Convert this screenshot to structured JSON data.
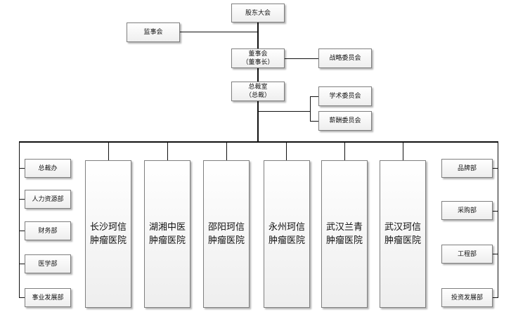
{
  "chart": {
    "shareholders": "股东大会",
    "supervisors": "监事会",
    "board": {
      "line1": "董事会",
      "line2": "（董事长）"
    },
    "strategy_committee": "战略委员会",
    "president_office": {
      "line1": "总裁室",
      "line2": "（总裁）"
    },
    "academic_committee": "学术委员会",
    "compensation_committee": "薪酬委员会",
    "left_departments": [
      "总裁办",
      "人力资源部",
      "财务部",
      "医学部",
      "事业发展部"
    ],
    "hospitals": [
      {
        "line1": "长沙珂信",
        "line2": "肿瘤医院"
      },
      {
        "line1": "湖湘中医",
        "line2": "肿瘤医院"
      },
      {
        "line1": "邵阳珂信",
        "line2": "肿瘤医院"
      },
      {
        "line1": "永州珂信",
        "line2": "肿瘤医院"
      },
      {
        "line1": "武汉兰青",
        "line2": "肿瘤医院"
      },
      {
        "line1": "武汉珂信",
        "line2": "肿瘤医院"
      }
    ],
    "right_departments": [
      "品牌部",
      "采购部",
      "工程部",
      "投资发展部"
    ]
  }
}
